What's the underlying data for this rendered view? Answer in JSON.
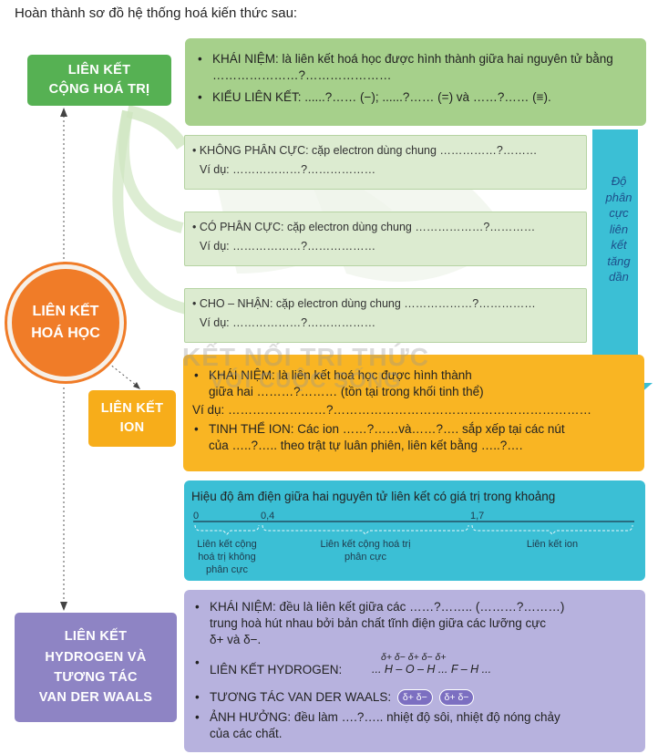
{
  "title": "Hoàn thành sơ đồ hệ thống hoá kiến thức sau:",
  "labels": {
    "cong_hoa_tri": [
      "LIÊN KẾT",
      "CỘNG HOÁ TRỊ"
    ],
    "hoa_hoc": [
      "LIÊN KẾT",
      "HOÁ HỌC"
    ],
    "ion": [
      "LIÊN KẾT",
      "ION"
    ],
    "hydrogen": [
      "LIÊN KẾT",
      "HYDROGEN VÀ",
      "TƯƠNG TÁC",
      "VAN DER WAALS"
    ]
  },
  "green_box": {
    "khai_niem": "KHÁI NIỆM: là liên kết hoá học được hình thành giữa hai nguyên tử bằng …………………?…………………",
    "kieu": "KIỂU LIÊN KẾT: ......?…… (−); ......?…… (=) và ……?…… (≡)."
  },
  "sub_boxes": [
    {
      "line1": "• KHÔNG PHÂN CỰC: cặp electron dùng chung ……………?………",
      "line2": "Ví dụ: ………………?………………"
    },
    {
      "line1": "• CÓ PHÂN CỰC: cặp electron dùng chung ………………?…………",
      "line2": "Ví dụ: ………………?………………"
    },
    {
      "line1": "• CHO – NHẬN: cặp electron dùng chung ………………?……………",
      "line2": "Ví dụ: ………………?………………"
    }
  ],
  "arrow_text": [
    "Độ",
    "phân",
    "cực",
    "liên",
    "kết",
    "tăng",
    "dần"
  ],
  "watermark": [
    "KẾT NỐI TRI THỨC",
    "VỚI CUỘC SỐNG"
  ],
  "orange_box": {
    "khai_niem_1": "KHÁI NIỆM: là liên kết hoá học được hình thành",
    "khai_niem_2": "giữa hai ………?……… (tồn tại trong khối tinh thể)",
    "vi_du": "Ví dụ: ……………………?………………………………………………………",
    "tinh_the_1": "TINH THỂ ION: Các ion ……?……và……?…. sắp xếp tại các nút",
    "tinh_the_2": "của …..?….. theo trật tự luân phiên, liên kết bằng …..?…."
  },
  "cyan_box": {
    "heading": "Hiệu độ âm điện giữa hai nguyên tử liên kết có giá trị trong khoảng",
    "ticks": [
      "0",
      "0,4",
      "1,7"
    ],
    "tick_values": [
      0,
      0.4,
      1.7
    ],
    "scale_max": 4.3,
    "ranges": [
      {
        "label": "Liên kết cộng hoá trị không phân cực",
        "from": 0,
        "to": 0.4
      },
      {
        "label": "Liên kết cộng hoá trị phân cực",
        "from": 0.4,
        "to": 1.7
      },
      {
        "label": "Liên kết ion",
        "from": 1.7,
        "to": 4.3
      }
    ]
  },
  "purple_box": {
    "khai_niem_1": "KHÁI NIỆM: đều là liên kết giữa các ……?…….. (………?………)",
    "khai_niem_2": "trung hoà hút nhau bởi bản chất tĩnh điện giữa các lưỡng cực",
    "khai_niem_3": "δ+ và δ−.",
    "hydrogen_label": "LIÊN KẾT HYDROGEN:",
    "hydrogen_charges": "δ+  δ−  δ+    δ−  δ+",
    "hydrogen_formula": "... H – O – H ... F – H ...",
    "vdw_label": "TƯƠNG TÁC VAN DER WAALS:",
    "vdw_pill": "δ+ δ−",
    "anh_huong_1": "ẢNH HƯỞNG: đều làm ….?….. nhiệt độ sôi, nhiệt độ nóng chảy",
    "anh_huong_2": "của các chất."
  },
  "bullet": "•",
  "colors": {
    "green": "#56b153",
    "orange": "#f07c28",
    "amber": "#f9b523",
    "cyan": "#3bbfd5",
    "purple": "#8e84c4",
    "arrow": "#3bbfd5"
  }
}
